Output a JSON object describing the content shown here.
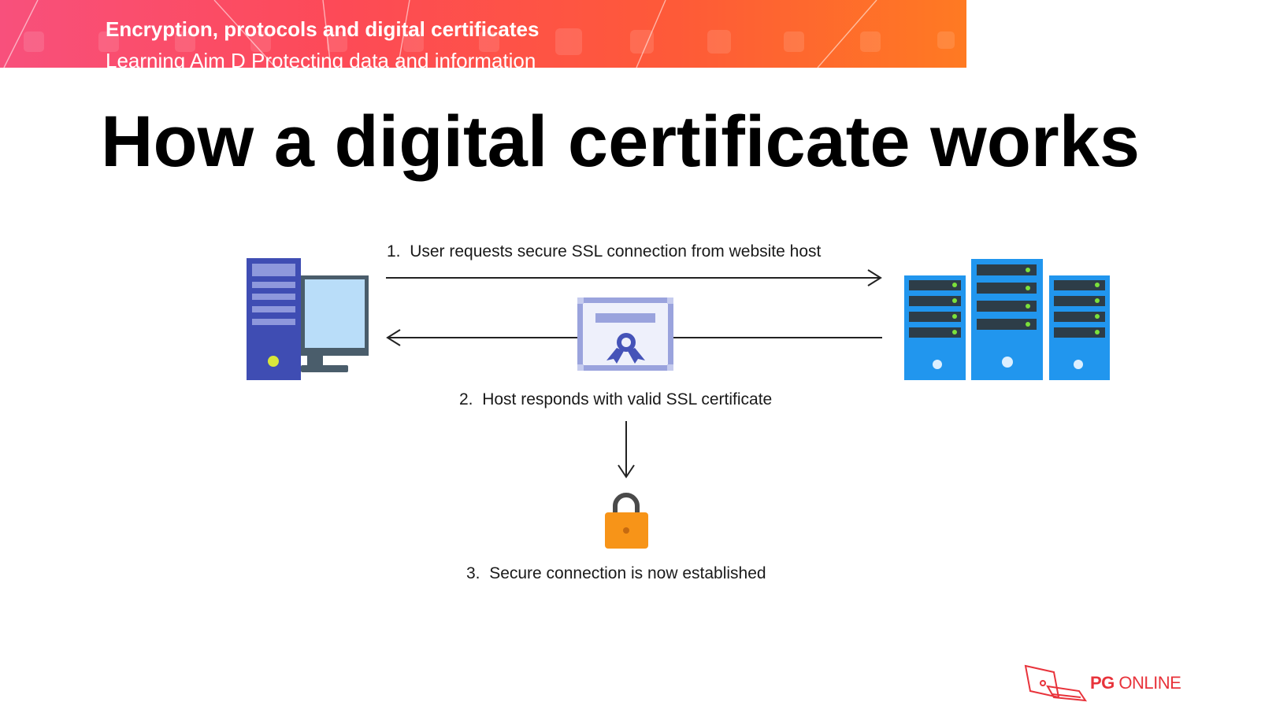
{
  "banner": {
    "title": "Encryption, protocols and digital certificates",
    "subtitle": "Learning Aim D Protecting data and information"
  },
  "page_title": "How a digital certificate works",
  "diagram": {
    "steps": [
      {
        "number": "1.",
        "text": "User requests secure SSL connection from website host"
      },
      {
        "number": "2.",
        "text": "Host responds with valid SSL certificate"
      },
      {
        "number": "3.",
        "text": "Secure connection is now established"
      }
    ],
    "nodes": [
      {
        "name": "user-computer",
        "icon": "desktop-computer-icon"
      },
      {
        "name": "certificate",
        "icon": "certificate-icon"
      },
      {
        "name": "website-host",
        "icon": "server-rack-icon"
      },
      {
        "name": "secure-lock",
        "icon": "padlock-icon"
      }
    ],
    "colors": {
      "tower": "#3f4db3",
      "monitor_screen": "#b9ddf9",
      "server": "#2196ee",
      "server_light": "#7be03a",
      "certificate_frame": "#9aa3dd",
      "lock_body": "#f79418",
      "lock_shackle": "#4a4a4a"
    }
  },
  "logo": {
    "text_bold": "PG",
    "text_regular": " ONLINE",
    "color": "#e8333b"
  }
}
